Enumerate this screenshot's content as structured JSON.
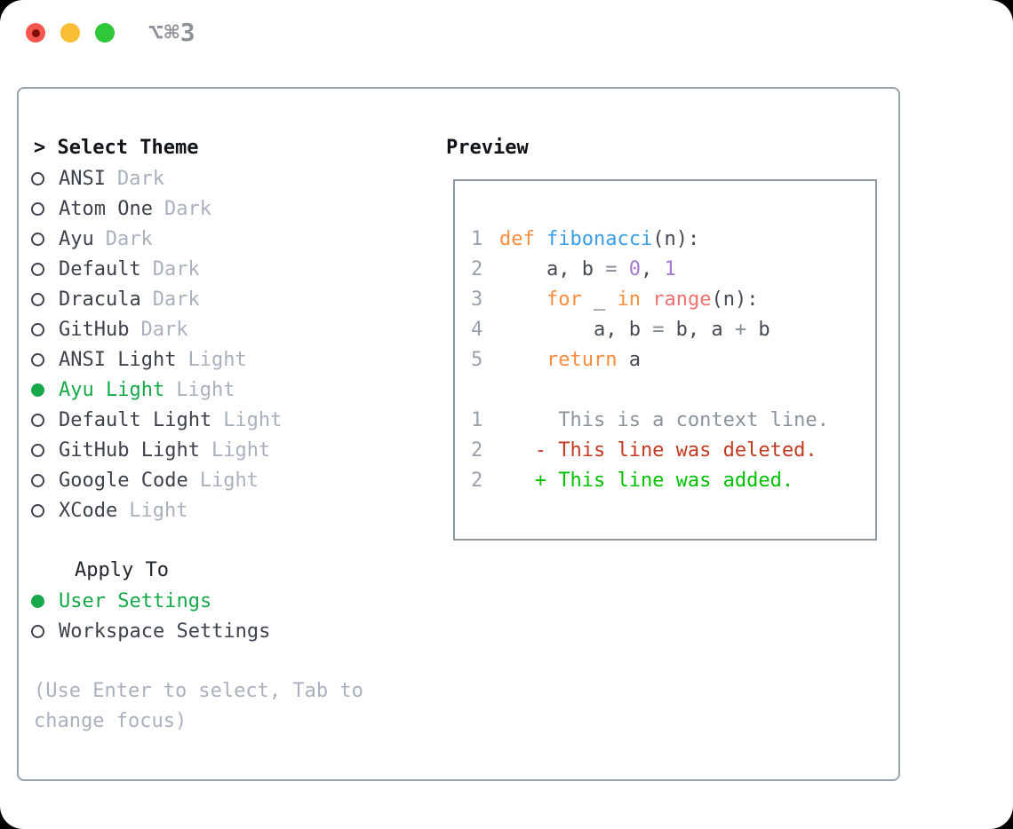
{
  "window": {
    "title": "⌥⌘3",
    "traffic_lights": {
      "close_color": "#f5564e",
      "close_dot_color": "#7d0d06",
      "minimize_color": "#f7bd35",
      "zoom_color": "#30c73a"
    }
  },
  "theme_panel": {
    "header_prefix": ">",
    "header": "Select Theme",
    "items": [
      {
        "label": "ANSI",
        "variant": "Dark",
        "selected": false
      },
      {
        "label": "Atom One",
        "variant": "Dark",
        "selected": false
      },
      {
        "label": "Ayu",
        "variant": "Dark",
        "selected": false
      },
      {
        "label": "Default",
        "variant": "Dark",
        "selected": false
      },
      {
        "label": "Dracula",
        "variant": "Dark",
        "selected": false
      },
      {
        "label": "GitHub",
        "variant": "Dark",
        "selected": false
      },
      {
        "label": "ANSI Light",
        "variant": "Light",
        "selected": false
      },
      {
        "label": "Ayu Light",
        "variant": "Light",
        "selected": true
      },
      {
        "label": "Default Light",
        "variant": "Light",
        "selected": false
      },
      {
        "label": "GitHub Light",
        "variant": "Light",
        "selected": false
      },
      {
        "label": "Google Code",
        "variant": "Light",
        "selected": false
      },
      {
        "label": "XCode",
        "variant": "Light",
        "selected": false
      }
    ],
    "apply_to": {
      "header": "Apply To",
      "options": [
        {
          "label": "User Settings",
          "selected": true
        },
        {
          "label": "Workspace Settings",
          "selected": false
        }
      ]
    },
    "hint": "(Use Enter to select, Tab to change focus)"
  },
  "preview": {
    "header": "Preview",
    "palette": {
      "ln": "#9aa2ad",
      "plain": "#454a52",
      "kw": "#fa8d3e",
      "fn": "#399ee6",
      "num": "#a37acc",
      "call": "#f07171",
      "op": "#828a94",
      "ctx": "#8b939c",
      "del": "#c23a21",
      "add": "#00bf00"
    },
    "code_lines": [
      {
        "num": "1",
        "tokens": [
          {
            "text": "def ",
            "cls": "kw"
          },
          {
            "text": "fibonacci",
            "cls": "fn"
          },
          {
            "text": "(n):",
            "cls": "plain"
          }
        ]
      },
      {
        "num": "2",
        "tokens": [
          {
            "text": "    a, b ",
            "cls": "plain"
          },
          {
            "text": "=",
            "cls": "op"
          },
          {
            "text": " ",
            "cls": "plain"
          },
          {
            "text": "0",
            "cls": "num"
          },
          {
            "text": ", ",
            "cls": "plain"
          },
          {
            "text": "1",
            "cls": "num"
          }
        ]
      },
      {
        "num": "3",
        "tokens": [
          {
            "text": "    ",
            "cls": "plain"
          },
          {
            "text": "for",
            "cls": "kw"
          },
          {
            "text": " _ ",
            "cls": "plain"
          },
          {
            "text": "in",
            "cls": "kw"
          },
          {
            "text": " ",
            "cls": "plain"
          },
          {
            "text": "range",
            "cls": "call"
          },
          {
            "text": "(n):",
            "cls": "plain"
          }
        ]
      },
      {
        "num": "4",
        "tokens": [
          {
            "text": "        a, b ",
            "cls": "plain"
          },
          {
            "text": "=",
            "cls": "op"
          },
          {
            "text": " b, a ",
            "cls": "plain"
          },
          {
            "text": "+",
            "cls": "op"
          },
          {
            "text": " b",
            "cls": "plain"
          }
        ]
      },
      {
        "num": "5",
        "tokens": [
          {
            "text": "    ",
            "cls": "plain"
          },
          {
            "text": "return",
            "cls": "kw"
          },
          {
            "text": " a",
            "cls": "plain"
          }
        ]
      },
      {
        "num": "",
        "tokens": []
      },
      {
        "num": "1",
        "tokens": [
          {
            "text": "     This is a context line.",
            "cls": "ctx"
          }
        ]
      },
      {
        "num": "2",
        "tokens": [
          {
            "text": "   - This line was deleted.",
            "cls": "del"
          }
        ]
      },
      {
        "num": "2",
        "tokens": [
          {
            "text": "   + This line was added.",
            "cls": "add"
          }
        ]
      }
    ]
  },
  "colors": {
    "selected_green": "#17a84a",
    "item_text": "#3d424b",
    "variant_text": "#aab1bd",
    "panel_border": "#9aa2ab",
    "preview_border": "#8f97a1"
  }
}
